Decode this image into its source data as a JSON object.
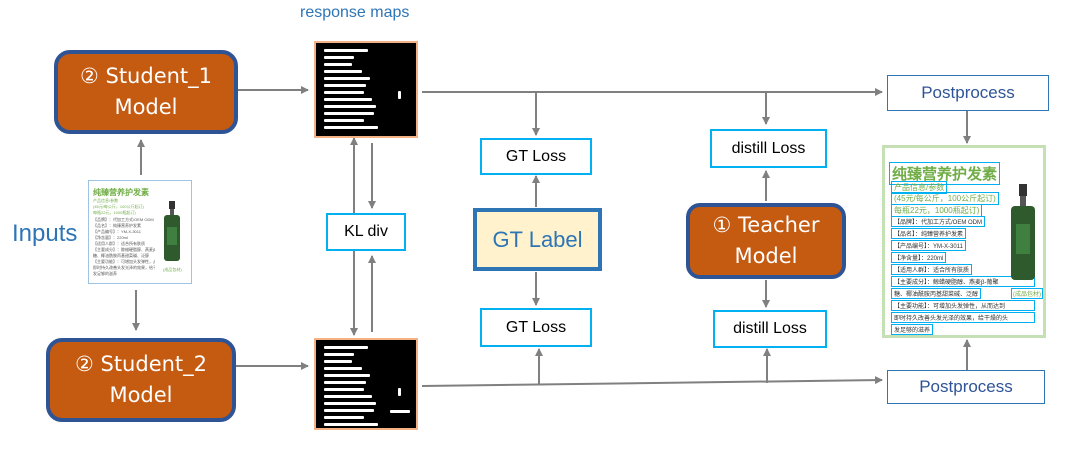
{
  "labels": {
    "response_maps": "response maps",
    "inputs": "Inputs",
    "kl_div": "KL div",
    "gt_label": "GT Label",
    "gt_loss_top": "GT Loss",
    "gt_loss_bottom": "GT Loss",
    "distill_loss_top": "distill Loss",
    "distill_loss_bottom": "distill Loss",
    "postprocess_top": "Postprocess",
    "postprocess_bottom": "Postprocess"
  },
  "models": {
    "student_1": {
      "line1": "② Student_1",
      "line2": "Model"
    },
    "student_2": {
      "line1": "② Student_2",
      "line2": "Model"
    },
    "teacher": {
      "line1": "① Teacher",
      "line2": "Model"
    }
  },
  "input_doc": {
    "title": "纯臻营养护发素",
    "lines": [
      "产品信息/参数",
      "(45元/每公斤，100公斤起订)",
      "每瓶22元，1000瓶起订)",
      "【品牌】：代加工方式/OEM ODM",
      "【品名】：纯臻营养护发素",
      "【产品编号】：YM-X-3011",
      "【净含量】：220ml",
      "【适用人群】：适合所有肤质",
      "【主要成分】：鲸蜡硬脂醇、燕麦β-葡聚",
      "糖、椰油酰胺丙基甜菜碱、泛醇",
      "【主要功能】：可增加头发弹性，从而达到",
      "即时持久改善头发光泽的效果，给干燥的头",
      "发足够的滋养"
    ],
    "badge": "(成品包材)"
  },
  "output_doc": {
    "title": "纯臻营养护发素",
    "lines": [
      "产品信息/参数",
      "(45元/每公斤，100公斤起订)",
      "每瓶22元，1000瓶起订)",
      "【品牌】：代加工方式/OEM ODM",
      "【品名】：纯臻营养护发素",
      "【产品编号】：YM-X-3011",
      "【净含量】：220ml",
      "【适用人群】：适合所有肤质",
      "【主要成分】：鲸蜡硬脂醇、燕麦β-葡聚",
      "糖、椰油酰胺丙基甜菜碱、泛醇",
      "【主要功能】：可增加头发弹性，从而达到",
      "即时持久改善头发光泽的效果，给干燥的头",
      "发足够的滋养"
    ],
    "badge": "(成品包材)"
  },
  "colors": {
    "model_fill": "#c55a11",
    "model_border": "#2f5496",
    "loss_border": "#00b0f0",
    "gt_label_fill": "#fff2cc",
    "gt_label_border": "#2e75b6",
    "arrow": "#808080",
    "response_map_border": "#f4b183",
    "inputs_text": "#2e75b6"
  }
}
